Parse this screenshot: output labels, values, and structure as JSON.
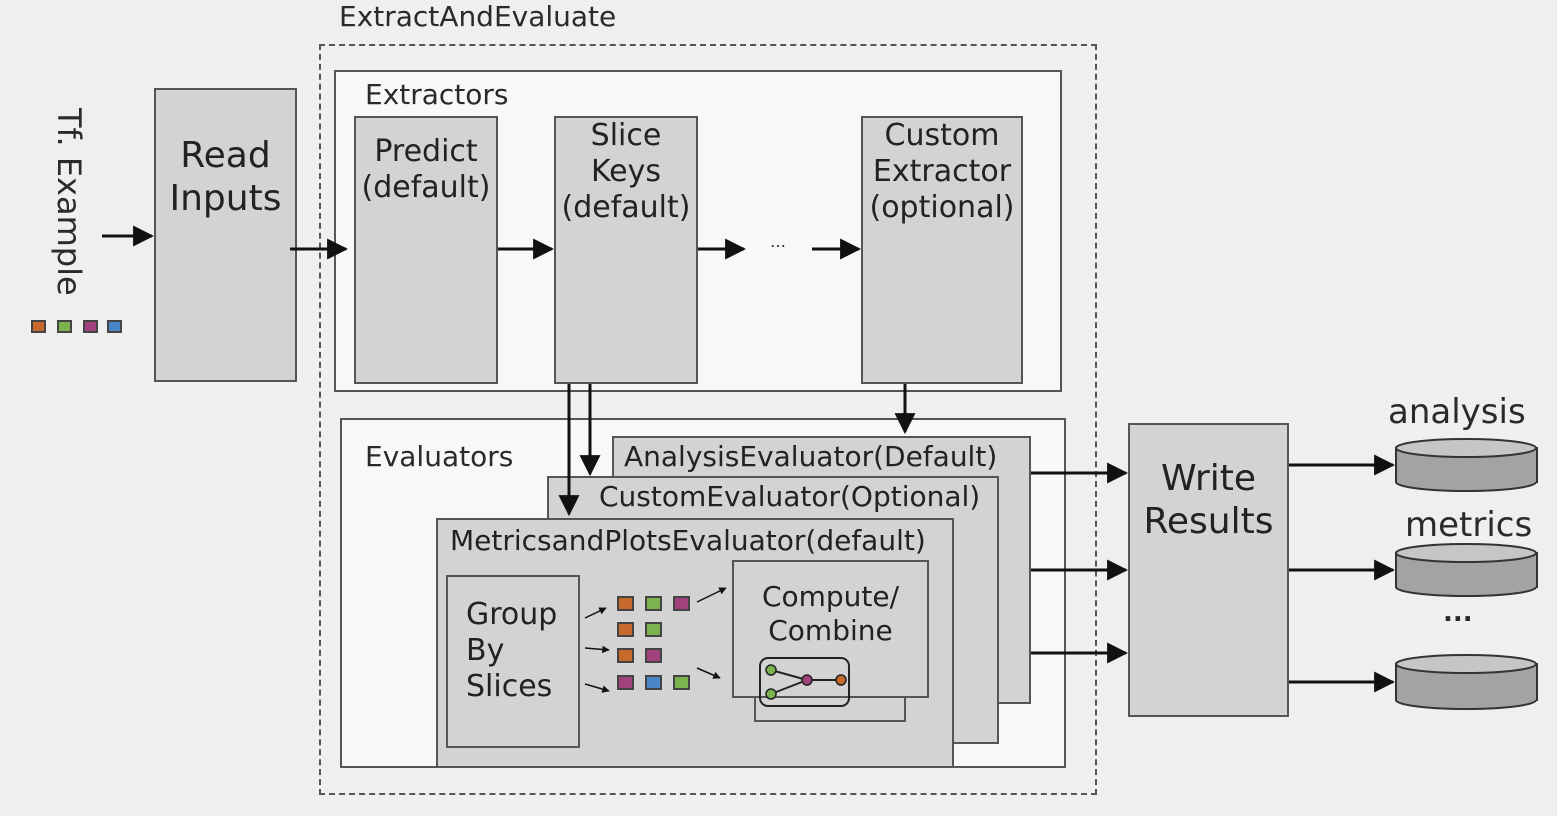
{
  "input": {
    "label": "Tf. Example",
    "colors": [
      "#c8682c",
      "#7cb34e",
      "#a0427c",
      "#4a86c8"
    ]
  },
  "read_inputs": {
    "label_line1": "Read",
    "label_line2": "Inputs"
  },
  "extract_and_evaluate": {
    "title": "ExtractAndEvaluate"
  },
  "extractors": {
    "title": "Extractors",
    "predict": {
      "line1": "Predict",
      "line2": "(default)"
    },
    "slice_keys": {
      "line1": "Slice",
      "line2": "Keys",
      "line3": "(default)"
    },
    "ellipsis": "…",
    "custom": {
      "line1": "Custom",
      "line2": "Extractor",
      "line3": "(optional)"
    }
  },
  "evaluators": {
    "title": "Evaluators",
    "analysis": "AnalysisEvaluator(Default)",
    "custom": "CustomEvaluator(Optional)",
    "metrics": "MetricsandPlotsEvaluator(default)",
    "group_by": {
      "line1": "Group",
      "line2": "By",
      "line3": "Slices"
    },
    "compute": {
      "line1": "Compute/",
      "line2": "Combine"
    }
  },
  "write_results": {
    "line1": "Write",
    "line2": "Results"
  },
  "outputs": {
    "analysis": "analysis",
    "metrics": "metrics",
    "ellipsis": "..."
  },
  "colors": {
    "orange": "#c8682c",
    "green": "#7cb34e",
    "purple": "#a0427c",
    "blue": "#4a86c8"
  }
}
